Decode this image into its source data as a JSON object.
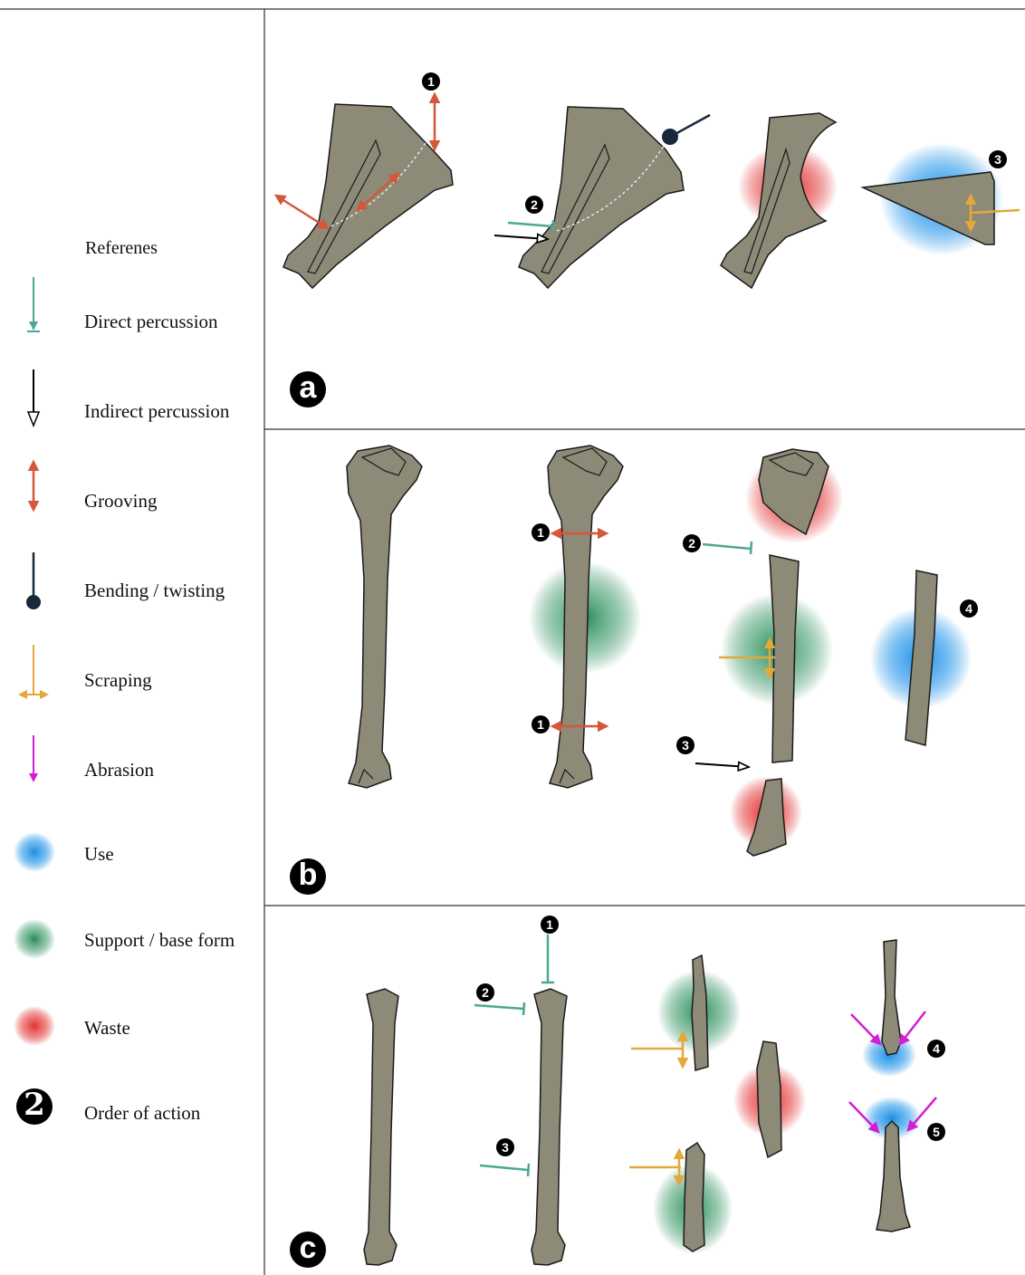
{
  "legend": {
    "heading": "Referenes",
    "items": [
      {
        "label": "Direct percussion",
        "icon": "direct-percussion-icon",
        "color": "#4aa894"
      },
      {
        "label": "Indirect percussion",
        "icon": "indirect-percussion-icon",
        "color": "#000000"
      },
      {
        "label": "Grooving",
        "icon": "grooving-icon",
        "color": "#d4573a"
      },
      {
        "label": "Bending / twisting",
        "icon": "bending-twisting-icon",
        "color": "#16283a"
      },
      {
        "label": "Scraping",
        "icon": "scraping-icon",
        "color": "#e2a83a"
      },
      {
        "label": "Abrasion",
        "icon": "abrasion-icon",
        "color": "#d21fd4"
      },
      {
        "label": "Use",
        "icon": "use-icon",
        "color": "#1a8ee6"
      },
      {
        "label": "Support / base form",
        "icon": "support-base-form-icon",
        "color": "#2a8a5a"
      },
      {
        "label": "Waste",
        "icon": "waste-icon",
        "color": "#e23030"
      },
      {
        "label": "Order of action",
        "icon": "order-of-action-icon",
        "value": "2"
      }
    ]
  },
  "panels": {
    "a": {
      "letter": "a",
      "steps": [
        "1",
        "2",
        "3"
      ]
    },
    "b": {
      "letter": "b",
      "steps": [
        "1",
        "1",
        "2",
        "3",
        "4"
      ]
    },
    "c": {
      "letter": "c",
      "steps": [
        "1",
        "2",
        "3",
        "4",
        "5"
      ]
    }
  },
  "colors": {
    "bone": "#8e8a78",
    "outline": "#1a1a1a"
  }
}
